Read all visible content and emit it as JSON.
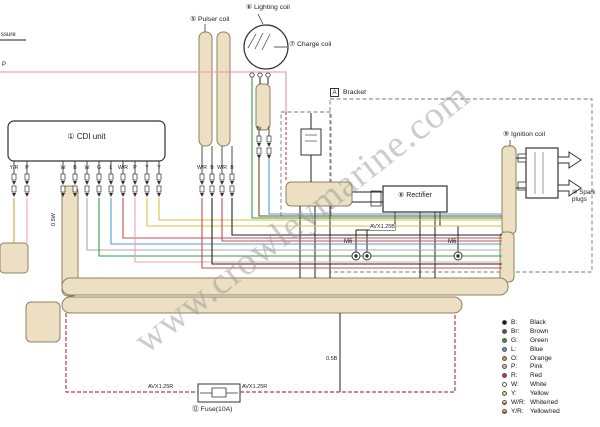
{
  "watermark": "www.crowleymarine.com",
  "labels": {
    "pressure_partial": "ssure",
    "p_left": "P",
    "pulser": "⑤ Pulser coil",
    "lighting": "⑥ Lighting coil",
    "charge": "⑦ Charge coil",
    "bracket_a": "A",
    "bracket": "Bracket",
    "cdi": "① CDI unit",
    "rectifier": "⑧ Rectifier",
    "ignition": "⑨ Ignition coil",
    "spark_plugs": "⑩ Spark plugs",
    "fuse": "⑫ Fuse(10A)",
    "m6_left": "M6",
    "m6_right": "M6",
    "avx_b": "AVX1.25B",
    "avx_r_left": "AVX1.25R",
    "avx_r_right": "AVX1.25R",
    "wire_05w": "0.5W",
    "wire_05b": "0.5B"
  },
  "wire_labels": {
    "cdi_left": [
      "Y/R",
      "P"
    ],
    "cdi_bottom": [
      "W",
      "B",
      "W",
      "G",
      "L",
      "W/R",
      "P",
      "Y",
      "Y"
    ],
    "pulser_bottom": [
      "W/R",
      "B",
      "W/R",
      "B"
    ],
    "charge_bottom": [
      "Br",
      "L"
    ]
  },
  "legend": {
    "items": [
      {
        "code": "B:",
        "name": "Black",
        "color": "#111111"
      },
      {
        "code": "Br:",
        "name": "Brown",
        "color": "#7a4a21"
      },
      {
        "code": "G:",
        "name": "Green",
        "color": "#2f9e44"
      },
      {
        "code": "L:",
        "name": "Blue",
        "color": "#4d9fd6"
      },
      {
        "code": "O:",
        "name": "Orange",
        "color": "#ef8a1f"
      },
      {
        "code": "P:",
        "name": "Pink",
        "color": "#f2a7bc"
      },
      {
        "code": "R:",
        "name": "Red",
        "color": "#d63031"
      },
      {
        "code": "W:",
        "name": "White",
        "color": "#ffffff"
      },
      {
        "code": "Y:",
        "name": "Yellow",
        "color": "#f0d93c"
      },
      {
        "code": "W/R:",
        "name": "White/red",
        "color": "#ffffff",
        "stripe": "#d63031"
      },
      {
        "code": "Y/R:",
        "name": "Yellow/red",
        "color": "#f0d93c",
        "stripe": "#d63031"
      }
    ]
  }
}
